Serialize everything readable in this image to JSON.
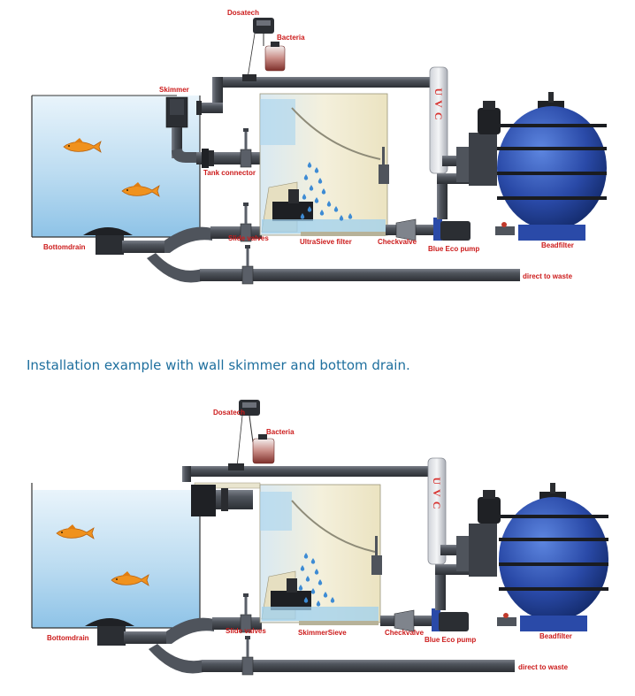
{
  "caption": "Installation example with wall skimmer and bottom drain.",
  "colors": {
    "label_red": "#cc1b1b",
    "caption_blue": "#1e6f9e",
    "pipe_gray": "#4b4f57",
    "water_blue": "#a9d3ee",
    "filter_blue": "#2c4fae",
    "fish_orange": "#f0921e"
  },
  "top_diagram": {
    "labels": {
      "dosatech": "Dosatech",
      "bacteria": "Bacteria",
      "skimmer": "Skimmer",
      "tank_connector": "Tank connector",
      "bottomdrain": "Bottomdrain",
      "slide_valves": "Slide valves",
      "sieve": "UltraSieve filter",
      "checkvalve": "Checkvalve",
      "pump": "Blue Eco pump",
      "beadfilter": "Beadfilter",
      "waste": "direct to waste",
      "uvc": "UVC"
    }
  },
  "bottom_diagram": {
    "labels": {
      "dosatech": "Dosatech",
      "bacteria": "Bacteria",
      "bottomdrain": "Bottomdrain",
      "slide_valves": "Slide valves",
      "sieve": "SkimmerSieve",
      "checkvalve": "Checkvalve",
      "pump": "Blue Eco pump",
      "beadfilter": "Beadfilter",
      "waste": "direct to waste",
      "uvc": "UVC"
    }
  }
}
